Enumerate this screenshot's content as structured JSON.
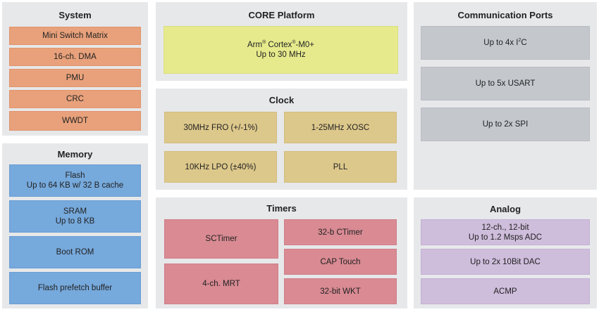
{
  "system": {
    "title": "System",
    "items": [
      "Mini Switch Matrix",
      "16-ch. DMA",
      "PMU",
      "CRC",
      "WWDT"
    ]
  },
  "memory": {
    "title": "Memory",
    "flash_line1": "Flash",
    "flash_line2": "Up to 64 KB w/ 32 B cache",
    "sram_line1": "SRAM",
    "sram_line2": "Up to 8 KB",
    "boot_rom": "Boot ROM",
    "prefetch": "Flash prefetch buffer"
  },
  "core": {
    "title": "CORE Platform",
    "arm": "Arm",
    "reg": "®",
    "cortex": " Cortex",
    "m0": "-M0+",
    "freq": "Up to 30 MHz"
  },
  "clock": {
    "title": "Clock",
    "fro": "30MHz FRO (+/-1%)",
    "xosc": "1-25MHz XOSC",
    "lpo": "10KHz LPO (±40%)",
    "pll": "PLL"
  },
  "timers": {
    "title": "Timers",
    "sctimer": "SCTimer",
    "mrt": "4-ch. MRT",
    "ctimer": "32-b CTimer",
    "cap_touch": "CAP Touch",
    "wkt": "32-bit WKT"
  },
  "comm": {
    "title": "Communication Ports",
    "i2c_prefix": "Up to 4x I",
    "i2c_sup": "2",
    "i2c_suffix": "C",
    "usart": "Up to 5x USART",
    "spi": "Up to 2x SPI"
  },
  "analog": {
    "title": "Analog",
    "adc_line1": "12-ch., 12-bit",
    "adc_line2": "Up to 1.2 Msps ADC",
    "dac": "Up to 2x 10Bit DAC",
    "acmp": "ACMP"
  }
}
